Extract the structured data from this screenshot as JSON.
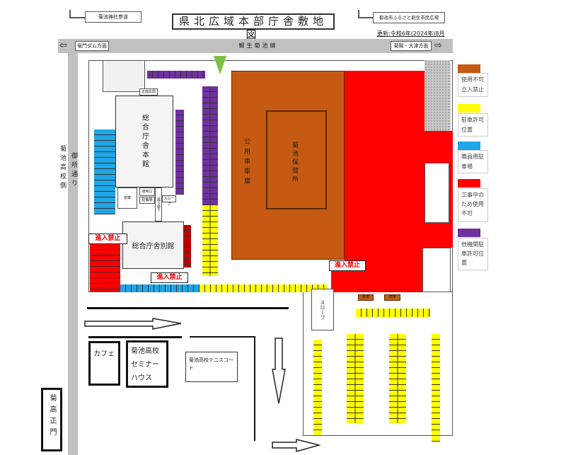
{
  "header": {
    "title": "県北広域本部庁舎敷地図",
    "left_sign": "菊池神社参道",
    "right_sign": "菊池市ふるさと創生市民広場",
    "updated": "更新:令和6年(2024年)8月"
  },
  "road": {
    "name": "鯛生菊池線",
    "left_direction": "竜門ダム方面",
    "right_direction": "菊陽・大津方面",
    "side_road": "御所通り",
    "side_label": "菊池高校側"
  },
  "buildings": {
    "main": "総合庁舎本館",
    "annex": "総合庁舎別館",
    "health_center": "菊池保健所",
    "garage": "公用車車庫",
    "entrance": "正面玄関",
    "service_entrance": "通用口",
    "bicycle": "駐輪場",
    "slope": "スロープ",
    "corridor": "渡り廊下",
    "warehouse": "倉庫",
    "slope_vertical": "スロープ",
    "cafe": "カフェ",
    "seminar_house": "菊池高校セミナーハウス",
    "tennis": "菊池高校テニスコート",
    "school_gate": "菊高正門",
    "right_box1": "書庫",
    "right_box2": "車庫"
  },
  "no_entry": "進入禁止",
  "legend": [
    {
      "color": "#c65a12",
      "label": "使用不可立入禁止"
    },
    {
      "color": "#ffff00",
      "label": "駐車許可位置"
    },
    {
      "color": "#1ea6e6",
      "label": "職員用駐車場"
    },
    {
      "color": "#ff0000",
      "label": "工事中のため使用不可"
    },
    {
      "color": "#7030a0",
      "label": "他機関駐車許可位置"
    }
  ]
}
